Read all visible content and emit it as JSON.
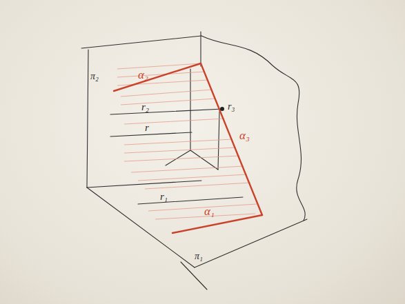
{
  "diagram": {
    "labels": [
      "π₂",
      "α₂",
      "r₂",
      "r",
      "r₃",
      "α₃",
      "r₁",
      "α₁",
      "π₁"
    ]
  }
}
